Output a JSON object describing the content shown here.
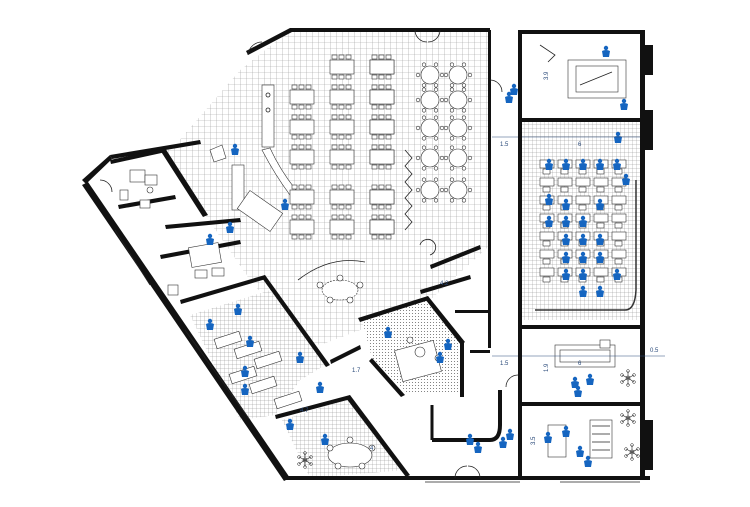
{
  "drawing": {
    "type": "architectural floor plan",
    "colors": {
      "walls": "#111111",
      "grid_floor": "#9a9a9a",
      "people": "#1565c0",
      "dimension_text": "#2a4a7a",
      "background": "#ffffff"
    }
  },
  "dimensions": {
    "corridor_width": "1.5",
    "room_a_width": "6",
    "room_b_width": "6",
    "small_room_depth": "1.9",
    "lower_corridor_width": "1.5",
    "right_margin_value": "0.5",
    "bottom_room_depth": "3.5",
    "left_corridor": "1.7",
    "top_right_depth": "3.9",
    "lower_left_a": "4.7",
    "lower_left_b": "4",
    "center_room": "4.2"
  },
  "icons": {
    "person": "person-figure-icon",
    "plant": "plant-icon",
    "door": "door-swing-icon",
    "stair": "stair-icon"
  }
}
